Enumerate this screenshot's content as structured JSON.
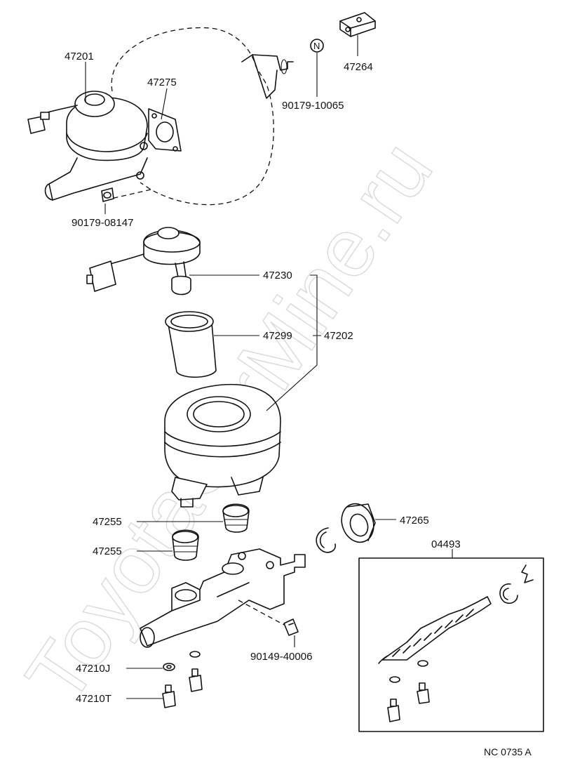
{
  "diagram": {
    "watermark": "ToyotaCarMine.ru",
    "figure_code": "NC  0735 A",
    "labels": {
      "p47201": "47201",
      "p47275": "47275",
      "p90179_10065": "90179-10065",
      "p47264": "47264",
      "p90179_08147": "90179-08147",
      "p47230": "47230",
      "p47299": "47299",
      "p47202": "47202",
      "p47255_a": "47255",
      "p47255_b": "47255",
      "p47265": "47265",
      "p04493": "04493",
      "p90149_40006": "90149-40006",
      "p47210J": "47210J",
      "p47210T": "47210T"
    }
  }
}
